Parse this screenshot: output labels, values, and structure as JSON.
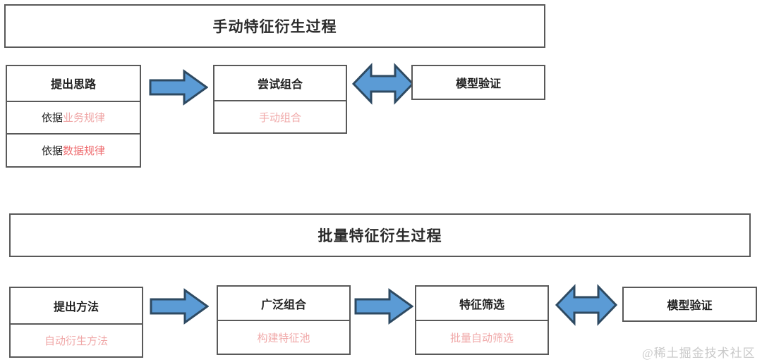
{
  "diagram": {
    "title_top": "手动特征衍生过程",
    "title_bottom": "批量特征衍生过程",
    "watermark": "@稀土掘金技术社区",
    "colors": {
      "border": "#595959",
      "arrow_fill": "#5B9BD5",
      "arrow_stroke": "#2E4A62",
      "text_dark": "#1f1f1f",
      "text_pink": "#f0a8a8",
      "text_red": "#ef6f72"
    },
    "top_flow": {
      "step1": {
        "head": "提出思路",
        "row2_black": "依据",
        "row2_accent": "业务规律",
        "row3_black": "依据",
        "row3_accent": "数据规律"
      },
      "arrow1": "single-right-arrow",
      "step2": {
        "head": "尝试组合",
        "sub": "手动组合"
      },
      "arrow2": "double-horizontal-arrow",
      "step3": {
        "head": "模型验证"
      }
    },
    "bottom_flow": {
      "step1": {
        "head": "提出方法",
        "sub": "自动衍生方法"
      },
      "arrow1": "single-right-arrow",
      "step2": {
        "head": "广泛组合",
        "sub": "构建特征池"
      },
      "arrow2": "single-right-arrow",
      "step3": {
        "head": "特征筛选",
        "sub": "批量自动筛选"
      },
      "arrow3": "double-horizontal-arrow",
      "step4": {
        "head": "模型验证"
      }
    }
  }
}
